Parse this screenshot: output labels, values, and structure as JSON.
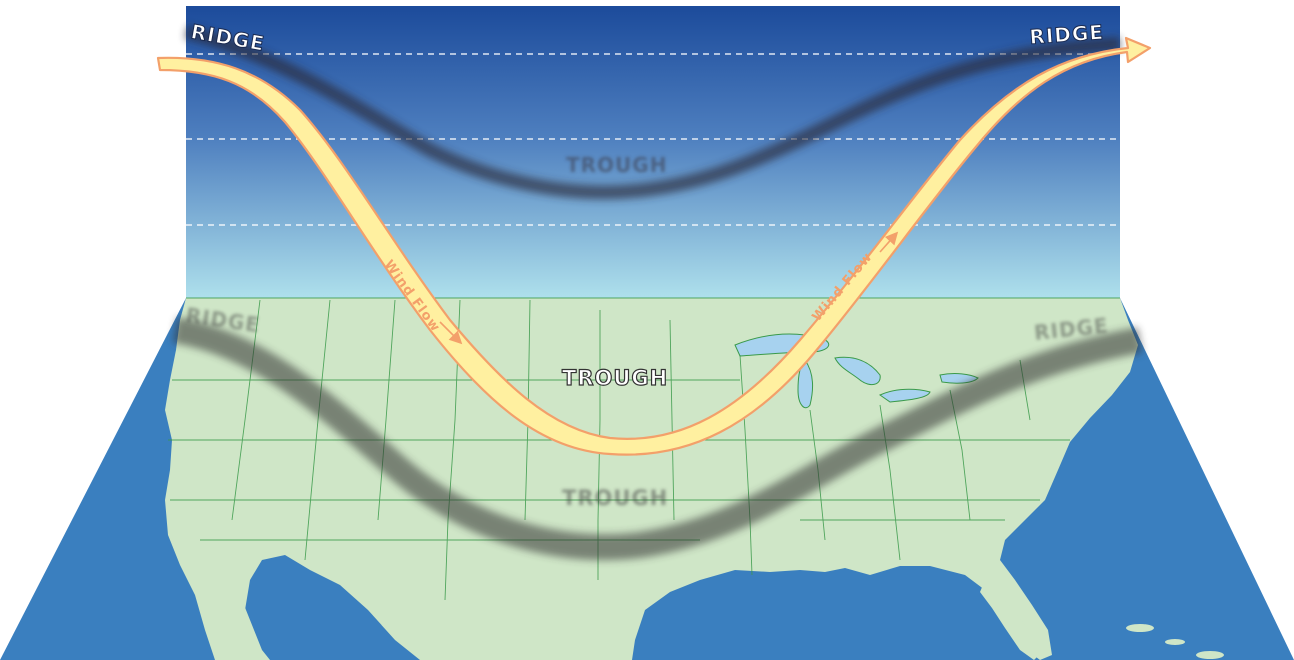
{
  "labels": {
    "ridge_upper_left": "RIDGE",
    "ridge_upper_right": "RIDGE",
    "trough_upper_shadow": "TROUGH",
    "trough_main": "TROUGH",
    "ridge_map_left": "RIDGE",
    "ridge_map_right": "RIDGE",
    "trough_map_shadow": "TROUGH",
    "wind_flow_left": "Wind Flow",
    "wind_flow_right": "Wind Flow"
  },
  "colors": {
    "sky_top": "#1f4f9e",
    "sky_bottom": "#a9dcea",
    "ocean": "#3b82c1",
    "land": "#cfe6c7",
    "state_lines": "#3a9a4a",
    "lakes": "#a7d2ef",
    "jet_fill": "#fff0a0",
    "jet_outline": "#f3a06a",
    "shadow": "#3a3a3a",
    "label_white": "#ffffff"
  }
}
